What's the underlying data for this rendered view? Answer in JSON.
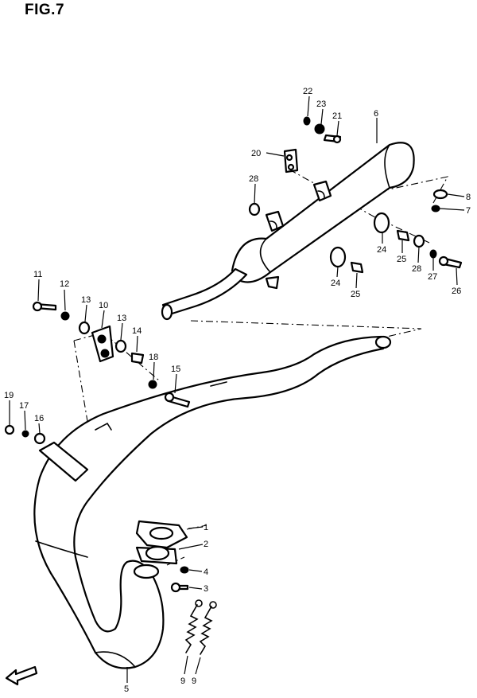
{
  "figure": {
    "title": "FIG.7"
  },
  "callouts": [
    {
      "num": "1",
      "part": "exhaust-gasket"
    },
    {
      "num": "2",
      "part": "exhaust-flange"
    },
    {
      "num": "3",
      "part": "flange-bolt"
    },
    {
      "num": "4",
      "part": "flange-nut"
    },
    {
      "num": "5",
      "part": "exhaust-pipe"
    },
    {
      "num": "6",
      "part": "muffler"
    },
    {
      "num": "7",
      "part": "nut"
    },
    {
      "num": "8",
      "part": "washer"
    },
    {
      "num": "9",
      "part": "spring"
    },
    {
      "num": "9",
      "part": "spring"
    },
    {
      "num": "10",
      "part": "bracket"
    },
    {
      "num": "11",
      "part": "bolt"
    },
    {
      "num": "12",
      "part": "washer"
    },
    {
      "num": "13",
      "part": "grommet"
    },
    {
      "num": "13",
      "part": "grommet"
    },
    {
      "num": "14",
      "part": "collar"
    },
    {
      "num": "15",
      "part": "bolt"
    },
    {
      "num": "16",
      "part": "washer"
    },
    {
      "num": "17",
      "part": "washer"
    },
    {
      "num": "18",
      "part": "washer"
    },
    {
      "num": "19",
      "part": "nut"
    },
    {
      "num": "20",
      "part": "bracket"
    },
    {
      "num": "21",
      "part": "bolt"
    },
    {
      "num": "22",
      "part": "washer"
    },
    {
      "num": "23",
      "part": "washer"
    },
    {
      "num": "24",
      "part": "grommet"
    },
    {
      "num": "24",
      "part": "grommet"
    },
    {
      "num": "25",
      "part": "collar"
    },
    {
      "num": "25",
      "part": "collar"
    },
    {
      "num": "26",
      "part": "bolt"
    },
    {
      "num": "27",
      "part": "washer"
    },
    {
      "num": "28",
      "part": "washer"
    },
    {
      "num": "28",
      "part": "washer"
    }
  ]
}
